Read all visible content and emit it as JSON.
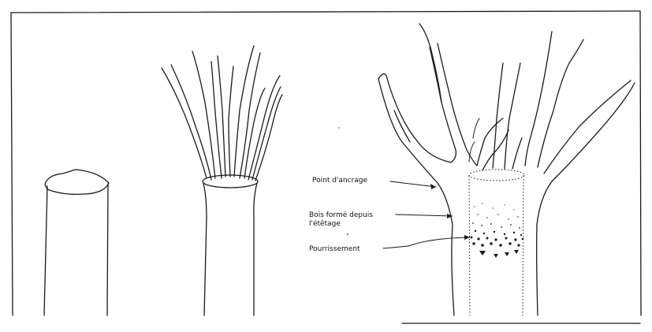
{
  "figure": {
    "labels": {
      "anchor_point": "Point d'ancrage",
      "wood_formed_line1": "Bois formé depuis",
      "wood_formed_line2": "l'étêtage",
      "rot": "Pourrissement"
    }
  }
}
